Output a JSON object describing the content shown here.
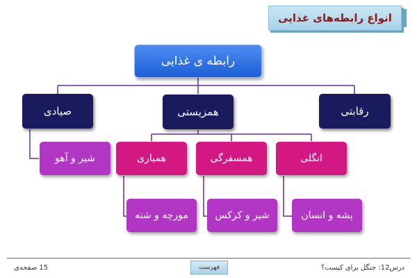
{
  "title": "انواع رابطه‌های غذایی",
  "diagram": {
    "root": "رابطه ی غذایی",
    "categories": {
      "predation": "صیادی",
      "symbiosis": "همزیستی",
      "competition": "رقابتی"
    },
    "predation_example": "شیر و آهو",
    "symbiosis_types": {
      "mutualism": "همیاری",
      "commensalism": "همسفرگی",
      "parasitism": "انگلی"
    },
    "examples": {
      "mutualism": "مورچه و شته",
      "commensalism": "شیر و کرکس",
      "parasitism": "پشه و انسان"
    }
  },
  "footer": {
    "page": "15 صفحه‌ی",
    "menu_button": "فهرست",
    "lesson": "درس12: جنگل برای کیست؟"
  },
  "colors": {
    "root": "#1d5fd8",
    "category": "#1a1a5e",
    "subtype": "#d31884",
    "example": "#b236c4",
    "connector": "#6b2a8a"
  }
}
